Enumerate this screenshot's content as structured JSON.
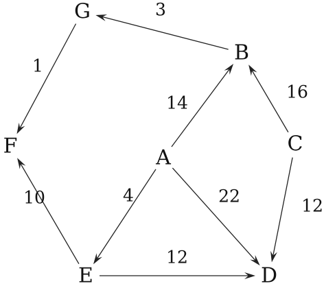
{
  "graph": {
    "nodes": [
      {
        "id": "G",
        "label": "G"
      },
      {
        "id": "B",
        "label": "B"
      },
      {
        "id": "F",
        "label": "F"
      },
      {
        "id": "A",
        "label": "A"
      },
      {
        "id": "C",
        "label": "C"
      },
      {
        "id": "E",
        "label": "E"
      },
      {
        "id": "D",
        "label": "D"
      }
    ],
    "edges": [
      {
        "from": "B",
        "to": "G",
        "weight": "3"
      },
      {
        "from": "G",
        "to": "F",
        "weight": "1"
      },
      {
        "from": "A",
        "to": "B",
        "weight": "14"
      },
      {
        "from": "C",
        "to": "B",
        "weight": "16"
      },
      {
        "from": "A",
        "to": "E",
        "weight": "4"
      },
      {
        "from": "A",
        "to": "D",
        "weight": "22"
      },
      {
        "from": "C",
        "to": "D",
        "weight": "12"
      },
      {
        "from": "E",
        "to": "F",
        "weight": "10"
      },
      {
        "from": "E",
        "to": "D",
        "weight": "12"
      }
    ]
  }
}
